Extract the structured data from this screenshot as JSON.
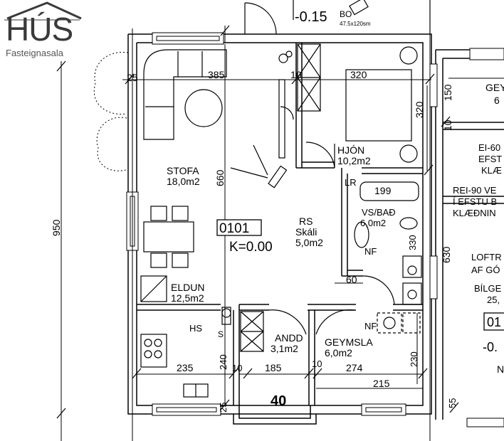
{
  "logo": {
    "word": "HÚS",
    "subtitle": "Fasteignasala"
  },
  "header": {
    "level": "-0.15",
    "bo": "BO",
    "bo_size": "47.5x120sm"
  },
  "unit": {
    "id": "0101",
    "elevation": "K=0.00"
  },
  "rooms": {
    "stofa": {
      "name": "STOFA",
      "area": "18,0m2"
    },
    "rs": {
      "name": "RS",
      "name2": "Skáli",
      "area": "5,0m2"
    },
    "hjon": {
      "name": "HJÓN",
      "area": "10,2m2"
    },
    "vsbad": {
      "name": "VS/BAÐ",
      "area": "6,0m2"
    },
    "eldun": {
      "name": "ELDUN",
      "area": "12,5m2"
    },
    "andd": {
      "name": "ANDD",
      "area": "3,1m2"
    },
    "geymsla": {
      "name": "GEYMSLA",
      "area": "6,0m2"
    }
  },
  "labels": {
    "hs": "HS",
    "lr": "LR",
    "nf1": "NF",
    "nf2": "NF",
    "s": "S",
    "bottom": "40"
  },
  "dims": {
    "d25_top": "25",
    "d25_left": "25",
    "d385": "385",
    "d10_a": "10",
    "d320_h": "320",
    "d320_v": "320",
    "d150": "150",
    "d10_b": "10",
    "d660": "660",
    "d199": "199",
    "d330": "330",
    "d630": "630",
    "d60": "60",
    "d950": "950",
    "d240": "240",
    "d10_c": "10",
    "d185": "185",
    "d10_d": "10",
    "d274": "274",
    "d230": "230",
    "d235": "235",
    "d215": "215",
    "d25_bot": "25",
    "d55": "55"
  },
  "right_notes": {
    "gey": "GEY",
    "six": "6",
    "ei60": "EI-60",
    "efst": "EFST",
    "klae": "KLÆ",
    "rei90": "REI-90 VE",
    "efstu": "Í EFSTU B",
    "klaedni": "KLÆÐNIN",
    "loftr": "LOFTR",
    "afgo": "AF GÓ",
    "bilge": "BÍLGE",
    "twenty5": "25,",
    "box01": "01",
    "minus": "-0.",
    "n": "N"
  }
}
